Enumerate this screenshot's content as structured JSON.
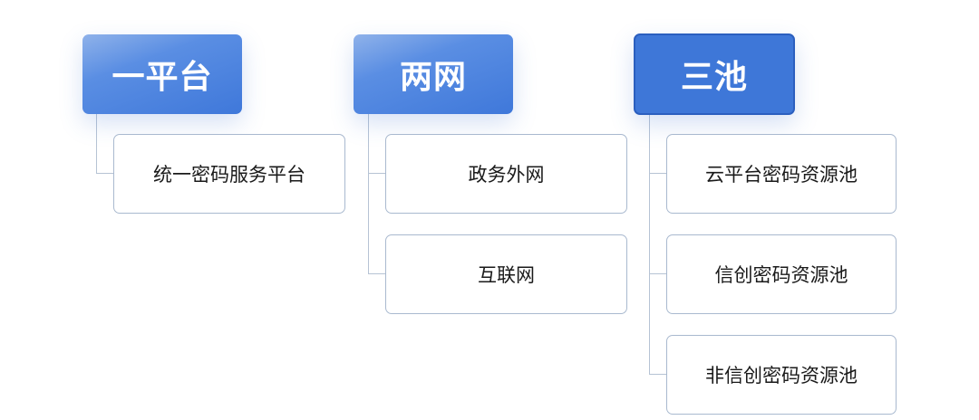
{
  "groups": [
    {
      "title": "一平台",
      "items": [
        "统一密码服务平台"
      ]
    },
    {
      "title": "两网",
      "items": [
        "政务外网",
        "互联网"
      ]
    },
    {
      "title": "三池",
      "items": [
        "云平台密码资源池",
        "信创密码资源池",
        "非信创密码资源池"
      ]
    }
  ],
  "colors": {
    "header_blue": "#3e77d8",
    "header_light": "#8fb2ea",
    "box_border": "#a9b9cf",
    "connector": "#b6c3d4"
  }
}
